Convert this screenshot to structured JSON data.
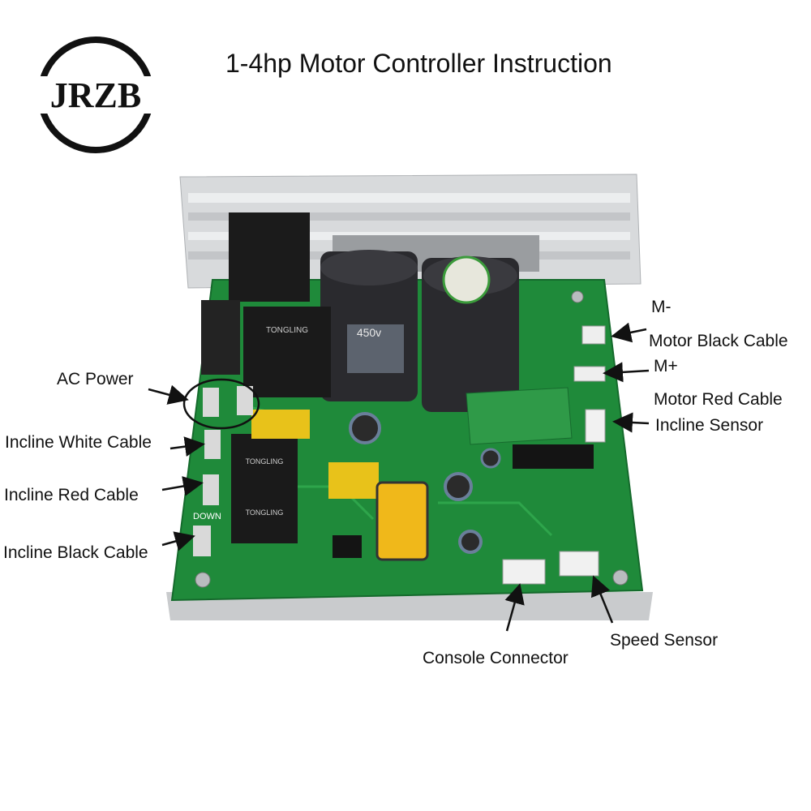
{
  "header": {
    "logo_text": "JRZB",
    "title": "1-4hp Motor Controller Instruction"
  },
  "labels": {
    "m_minus": "M-",
    "motor_black": "Motor Black Cable",
    "m_plus": "M+",
    "motor_red": "Motor Red Cable",
    "incline_sensor": "Incline Sensor",
    "ac_power": "AC Power",
    "incline_white": "Incline White Cable",
    "incline_red": "Incline Red Cable",
    "incline_black": "Incline Black Cable",
    "console_connector": "Console Connector",
    "speed_sensor": "Speed Sensor"
  },
  "board_markings": {
    "capacitor_left": "450v",
    "relay_brand": "TONGLING",
    "relay_brand_2": "TONGLING",
    "relay_brand_3": "TONGLING",
    "down": "DOWN"
  },
  "colors": {
    "pcb": "#1f8a3a",
    "heatsink": "#d8dadc",
    "capacitor": "#2a2a2e",
    "relay": "#1a1a1a",
    "yellow_cap": "#e8c21a"
  }
}
